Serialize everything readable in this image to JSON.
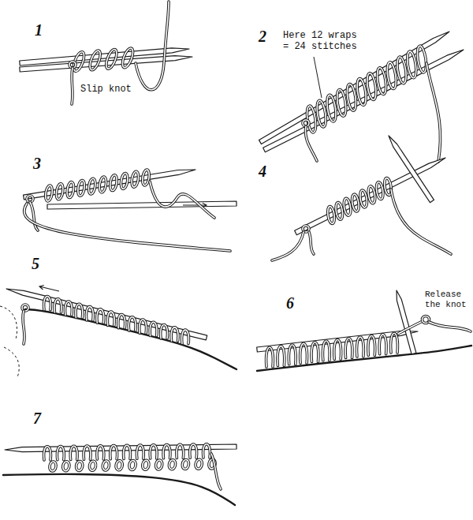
{
  "diagram": {
    "labels": [
      "1",
      "2",
      "3",
      "4",
      "5",
      "6",
      "7",
      "Slip knot",
      "Here 12 wraps = 24 stitches",
      "Release the knot"
    ]
  }
}
